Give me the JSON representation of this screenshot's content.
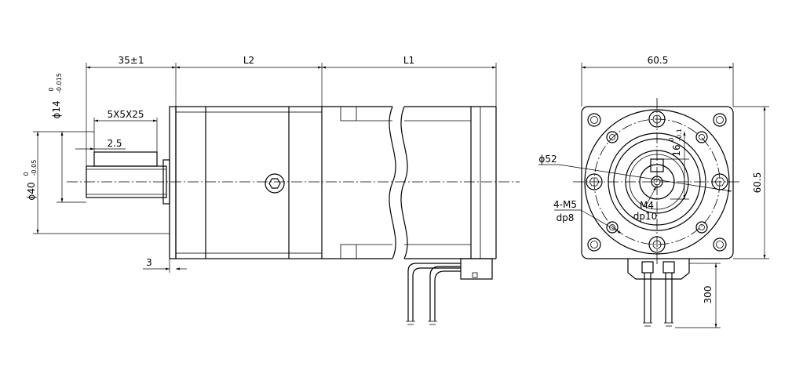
{
  "side_view": {
    "dim_shaft_length": "35±1",
    "dim_l2": "L2",
    "dim_l1": "L1",
    "dim_key": "5X5X25",
    "dim_key_offset": "2.5",
    "dim_flange_thickness": "3",
    "dia_shaft": {
      "main": "ϕ14",
      "upper": "0",
      "lower": "-0.015"
    },
    "dia_pilot": {
      "main": "ϕ40",
      "upper": "0",
      "lower": "-0.05"
    }
  },
  "front_view": {
    "dim_width": "60.5",
    "dim_height": "60.5",
    "dia_bolt_circle": "ϕ52",
    "holes": {
      "spec": "4-M5",
      "depth": "dp8"
    },
    "center_tap": {
      "spec": "M4",
      "depth": "dp10"
    },
    "key_height": {
      "main": "16",
      "upper": "0",
      "lower": "-0.1"
    },
    "lead_length": "300"
  }
}
